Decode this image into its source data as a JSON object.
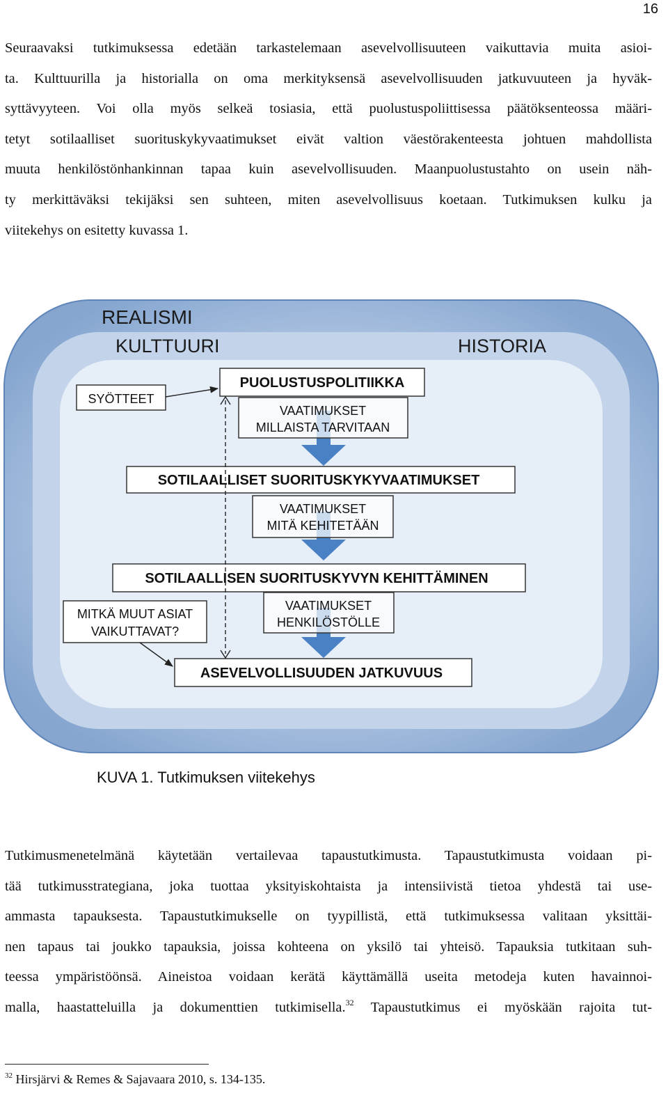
{
  "page": {
    "number": "16"
  },
  "paragraph1": {
    "lines": [
      "Seuraavaksi tutkimuksessa edetään tarkastelemaan asevelvollisuuteen vaikuttavia muita asioi-",
      "ta. Kulttuurilla ja historialla on oma merkityksensä asevelvollisuuden jatkuvuuteen ja hyväk-",
      "syttävyyteen. Voi olla myös selkeä tosiasia, että puolustuspoliittisessa päätöksenteossa määri-",
      "tetyt sotilaalliset suorituskykyvaatimukset eivät valtion väestörakenteesta johtuen mahdollista",
      "muuta henkilöstönhankinnan tapaa kuin asevelvollisuuden. Maanpuolustustahto on usein näh-",
      "ty merkittäväksi tekijäksi sen suhteen, miten asevelvollisuus koetaan. Tutkimuksen kulku ja",
      "viitekehys on esitetty kuvassa 1."
    ]
  },
  "figure": {
    "ring_labels": {
      "outer": "REALISMI",
      "middle_left": "KULTTUURI",
      "middle_right": "HISTORIA"
    },
    "boxes": {
      "inputs": "SYÖTTEET",
      "defence_policy": "PUOLUSTUSPOLITIIKKA",
      "req1_line1": "VAATIMUKSET",
      "req1_line2": "MILLAISTA TARVITAAN",
      "military_requirements": "SOTILAALLISET SUORITUSKYKYVAATIMUKSET",
      "req2_line1": "VAATIMUKSET",
      "req2_line2": "MITÄ KEHITETÄÄN",
      "capability_development": "SOTILAALLISEN SUORITUSKYVYN KEHITTÄMINEN",
      "other_line1": "MITKÄ MUUT ASIAT",
      "other_line2": "VAIKUTTAVAT?",
      "req3_line1": "VAATIMUKSET",
      "req3_line2": "HENKILÖSTÖLLE",
      "conscription_continuity": "ASEVELVOLLISUUDEN JATKUVUUS"
    },
    "colors": {
      "outer_ring": "#9ab4d6",
      "middle_ring": "#c3d4ea",
      "inner_area": "#e6eef8",
      "arrow": "#4a80c4",
      "edge": "#5f86ba"
    }
  },
  "caption": {
    "label": "KUVA 1.",
    "text": "Tutkimuksen viitekehys"
  },
  "paragraph2": {
    "lines": [
      "Tutkimusmenetelmänä käytetään vertailevaa tapaustutkimusta. Tapaustutkimusta voidaan pi-",
      "tää tutkimusstrategiana, joka tuottaa yksityiskohtaista ja intensiivistä tietoa yhdestä tai use-",
      "ammasta tapauksesta. Tapaustutkimukselle on tyypillistä, että tutkimuksessa valitaan yksittäi-",
      "nen tapaus tai joukko tapauksia, joissa kohteena on yksilö tai yhteisö. Tapauksia tutkitaan suh-",
      "teessa ympäristöönsä. Aineistoa voidaan kerätä käyttämällä useita metodeja kuten havainnoi-",
      "malla, haastatteluilla ja dokumenttien tutkimisella.",
      "Tapaustutkimus ei myöskään rajoita tut-"
    ],
    "footnote_ref": "32"
  },
  "footnote": {
    "number": "32",
    "text": "Hirsjärvi & Remes & Sajavaara 2010, s. 134-135."
  }
}
